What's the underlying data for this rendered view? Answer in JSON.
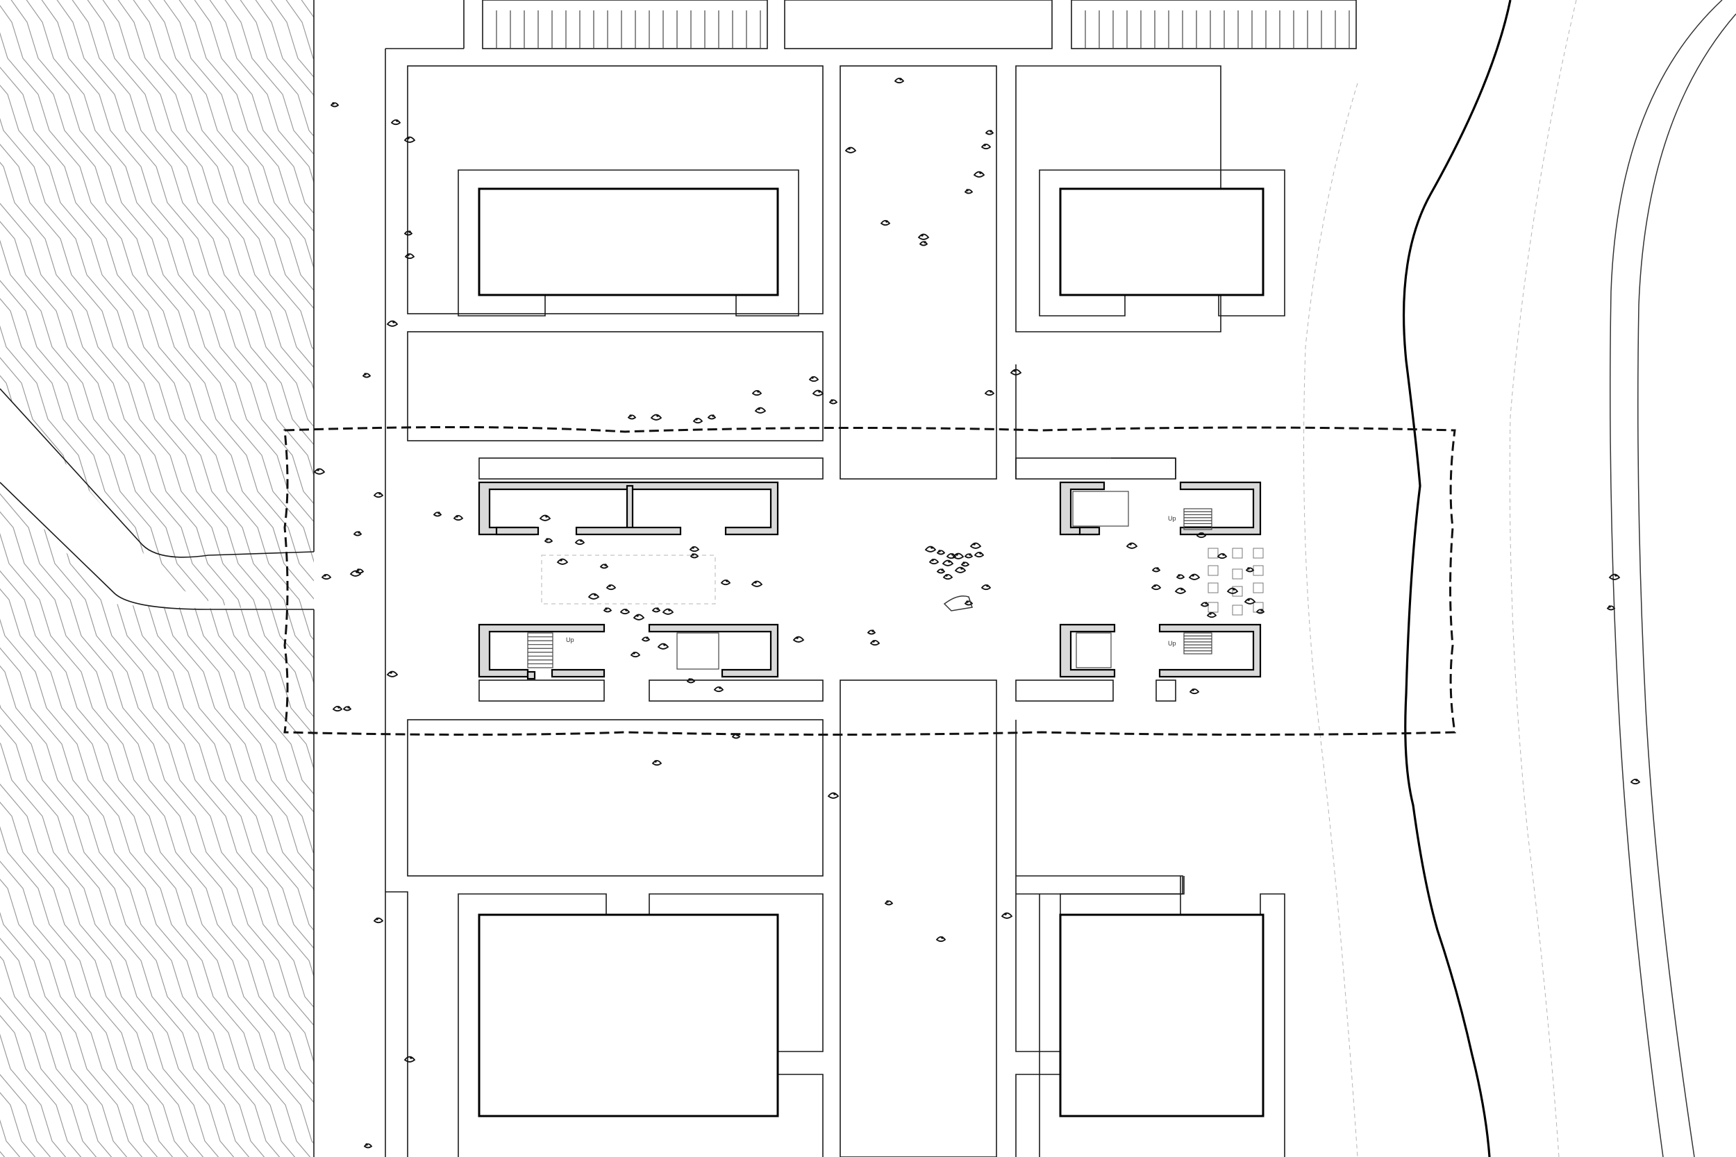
{
  "plan": {
    "labels": {
      "stair_left": "Up",
      "stair_right_top": "Up",
      "stair_right_bottom": "Up"
    }
  }
}
